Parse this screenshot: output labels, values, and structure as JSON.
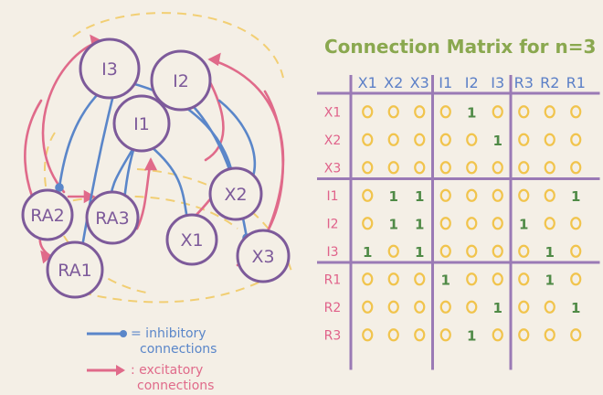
{
  "legend": {
    "inhibitory_line1": "= inhibitory",
    "inhibitory_line2": "connections",
    "excitatory_line1": ": excitatory",
    "excitatory_line2": "connections"
  },
  "nodes": {
    "I3": "I3",
    "I2": "I2",
    "I1": "I1",
    "X2": "X2",
    "X1": "X1",
    "X3": "X3",
    "RA2": "RA2",
    "RA3": "RA3",
    "RA1": "RA1"
  },
  "matrix": {
    "title": "Connection Matrix for n=3",
    "columns": [
      "X1",
      "X2",
      "X3",
      "I1",
      "I2",
      "I3",
      "R3",
      "R2",
      "R1"
    ],
    "rows": [
      "X1",
      "X2",
      "X3",
      "I1",
      "I2",
      "I3",
      "R1",
      "R2",
      "R3"
    ],
    "cells": [
      [
        "0",
        "0",
        "0",
        "0",
        "1",
        "0",
        "0",
        "0",
        "0"
      ],
      [
        "0",
        "0",
        "0",
        "0",
        "0",
        "1",
        "0",
        "0",
        "0"
      ],
      [
        "0",
        "0",
        "0",
        "0",
        "0",
        "0",
        "0",
        "0",
        "0"
      ],
      [
        "0",
        "1",
        "1",
        "0",
        "0",
        "0",
        "0",
        "0",
        "1"
      ],
      [
        "0",
        "1",
        "1",
        "0",
        "0",
        "0",
        "1",
        "0",
        "0"
      ],
      [
        "1",
        "0",
        "1",
        "0",
        "0",
        "0",
        "0",
        "1",
        "0"
      ],
      [
        "0",
        "0",
        "0",
        "1",
        "0",
        "0",
        "0",
        "1",
        "0"
      ],
      [
        "0",
        "0",
        "0",
        "0",
        "0",
        "1",
        "0",
        "0",
        "1"
      ],
      [
        "0",
        "0",
        "0",
        "0",
        "1",
        "0",
        "0",
        "0",
        "0"
      ]
    ]
  },
  "colors": {
    "paper": "#f4efe6",
    "node": "#7d5a9a",
    "inhibitory": "#5a86c9",
    "excitatory": "#e06a8a",
    "guide": "#f1c44d",
    "grid": "#9a7ab5",
    "title": "#8aa84f",
    "one": "#4f8a46"
  }
}
